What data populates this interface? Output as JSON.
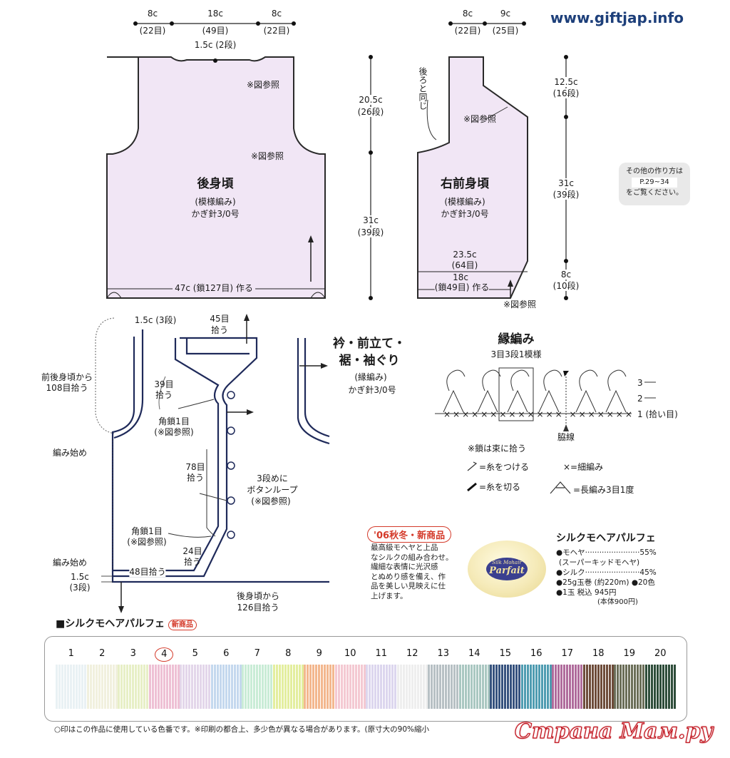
{
  "site": "www.giftjap.info",
  "watermark": "Страна Мам.ру",
  "back": {
    "title": "後身頃",
    "stitch": "(模様編み)",
    "hook": "かぎ針3/0号",
    "top_left": {
      "cm": "8c",
      "rows": "(22目)"
    },
    "top_mid": {
      "cm": "18c",
      "rows": "(49目)"
    },
    "top_right": {
      "cm": "8c",
      "rows": "(22目)"
    },
    "shoulder": "1.5c (2段)",
    "ref1": "※図参照",
    "ref2": "※図参照",
    "armhole_h": {
      "cm": "20.5c",
      "rows": "(26段)"
    },
    "body_h": {
      "cm": "31c",
      "rows": "(39段)"
    },
    "bottom": "47c (鎖127目) 作る"
  },
  "front": {
    "title": "右前身頃",
    "stitch": "(模様編み)",
    "hook": "かぎ針3/0号",
    "top_left": {
      "cm": "8c",
      "rows": "(22目)"
    },
    "top_right": {
      "cm": "9c",
      "rows": "(25目)"
    },
    "same_as_back": "後ろと同じ",
    "ref1": "※図参照",
    "ref2": "※図参照",
    "h1": {
      "cm": "12.5c",
      "rows": "(16段)"
    },
    "h2": {
      "cm": "31c",
      "rows": "(39段)"
    },
    "h3": {
      "cm": "8c",
      "rows": "(10段)"
    },
    "width": {
      "cm": "23.5c",
      "rows": "(64目)"
    },
    "bottom": {
      "cm": "18c",
      "rows": "(鎖49目) 作る"
    }
  },
  "note": {
    "l1": "その他の作り方は",
    "l2": "P.29~34",
    "l3": "をご覧ください。"
  },
  "assembly": {
    "l_15c": "1.5c (3段)",
    "l_45": "45目",
    "l_45b": "拾う",
    "l_from108a": "前後身頃から",
    "l_from108b": "108目拾う",
    "l_39a": "39目",
    "l_39b": "拾う",
    "l_corner1a": "角鎖1目",
    "l_corner1b": "(※図参照)",
    "l_start1": "編み始め",
    "l_78a": "78目",
    "l_78b": "拾う",
    "l_loop_a": "3段めに",
    "l_loop_b": "ボタンループ",
    "l_loop_c": "(※図参照)",
    "l_corner2a": "角鎖1目",
    "l_corner2b": "(※図参照)",
    "l_24a": "24目",
    "l_24b": "拾う",
    "l_start2": "編み始め",
    "l_15b_a": "1.5c",
    "l_15b_b": "(3段)",
    "l_48": "48目拾う",
    "l_126a": "後身頃から",
    "l_126b": "126目拾う",
    "collar_a": "衿・前立て・",
    "collar_b": "裾・袖ぐり",
    "collar_c": "(縁編み)",
    "collar_d": "かぎ針3/0号"
  },
  "edging": {
    "title": "縁編み",
    "repeat": "3目3段1模様",
    "r3": "3",
    "r2": "2",
    "r1": "1 (拾い目)",
    "side": "脇線",
    "n1": "※鎖は束に拾う",
    "n2": "=糸をつける",
    "n3": "=糸を切る",
    "n4": "×=細編み",
    "n5": "=長編み3目1度"
  },
  "product": {
    "badge": "'06秋冬・新商品",
    "desc": [
      "最高級モヘヤと上品",
      "なシルクの組み合わせ。",
      "繊細な表情に光沢感",
      "とぬめり感を備え、作",
      "品を美しい見映えに仕",
      "上げます。"
    ],
    "name": "シルクモヘアパルフェ",
    "spec1": "●モヘヤ·······················55%",
    "spec1b": "(スーパーキッドモヘヤ)",
    "spec2": "●シルク·······················45%",
    "spec3": "●25g玉巻 (約220m) ●20色",
    "spec4": "●1玉 税込 945円",
    "spec4b": "(本体900円)",
    "yarn_brand": "Silk Mohair",
    "yarn_name": "Parfait"
  },
  "swatch_header": {
    "title": "■シルクモヘアパルフェ",
    "badge": "新商品"
  },
  "swatches": {
    "numbers": [
      "1",
      "2",
      "3",
      "4",
      "5",
      "6",
      "7",
      "8",
      "9",
      "10",
      "11",
      "12",
      "13",
      "14",
      "15",
      "16",
      "17",
      "18",
      "19",
      "20"
    ],
    "selected": "4",
    "colors": [
      "#e9f1f4",
      "#f1f0de",
      "#e7efc6",
      "#eec0d4",
      "#e3d6ea",
      "#c4d8ee",
      "#c9ecd6",
      "#e3ee9e",
      "#f3b78e",
      "#f4c9d2",
      "#dcd6ee",
      "#eeeeee",
      "#b7c0c4",
      "#a9c7c1",
      "#36527e",
      "#4f9cb1",
      "#b06c9c",
      "#6e4c3a",
      "#6b6e58",
      "#2e4d3a"
    ]
  },
  "footer": "○印はこの作品に使用している色番です。※印刷の都合上、多少色が異なる場合があります。(原寸大の90%縮小"
}
